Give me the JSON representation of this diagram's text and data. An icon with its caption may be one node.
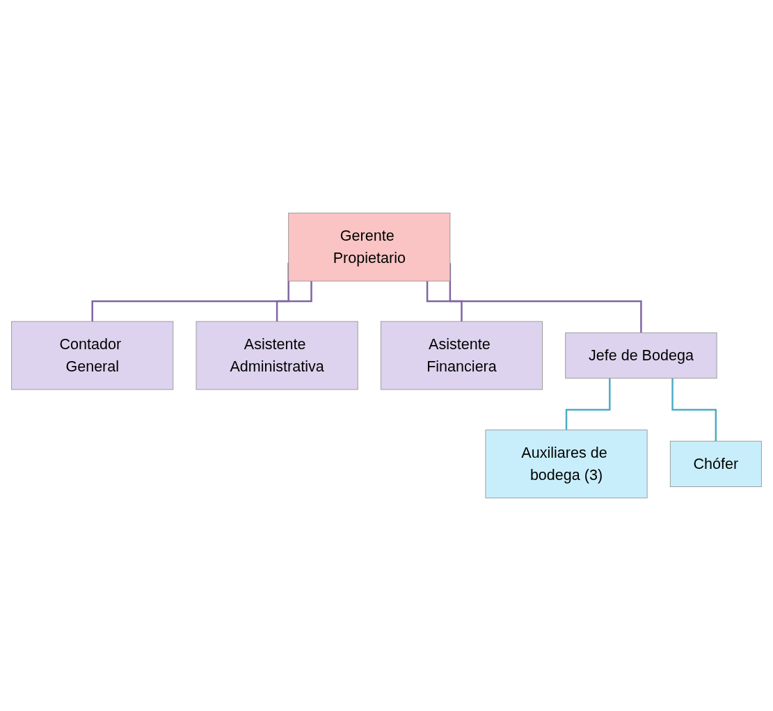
{
  "diagram": {
    "nodes": [
      {
        "text": [
          "Gerente Propietario"
        ]
      },
      {
        "text": [
          "Contador General"
        ]
      },
      {
        "text": [
          "Asistente Administrativa"
        ]
      },
      {
        "text": [
          "Asistente Financiera"
        ]
      },
      {
        "text": [
          "Jefe de Bodega"
        ]
      },
      {
        "text": [
          "Auxiliares de bodega (3)"
        ]
      },
      {
        "text": [
          "Chófer"
        ]
      }
    ],
    "edges": [
      {
        "from": 0,
        "to": 1,
        "arrow": "none"
      },
      {
        "from": 0,
        "to": 2,
        "arrow": "none"
      },
      {
        "from": 0,
        "to": 3,
        "arrow": "none"
      },
      {
        "from": 0,
        "to": 4,
        "arrow": "none"
      },
      {
        "from": 4,
        "to": 5,
        "arrow": "none",
        "color": "#4bacc6"
      },
      {
        "from": 4,
        "to": 6,
        "arrow": "none",
        "color": "#4bacc6"
      }
    ]
  }
}
